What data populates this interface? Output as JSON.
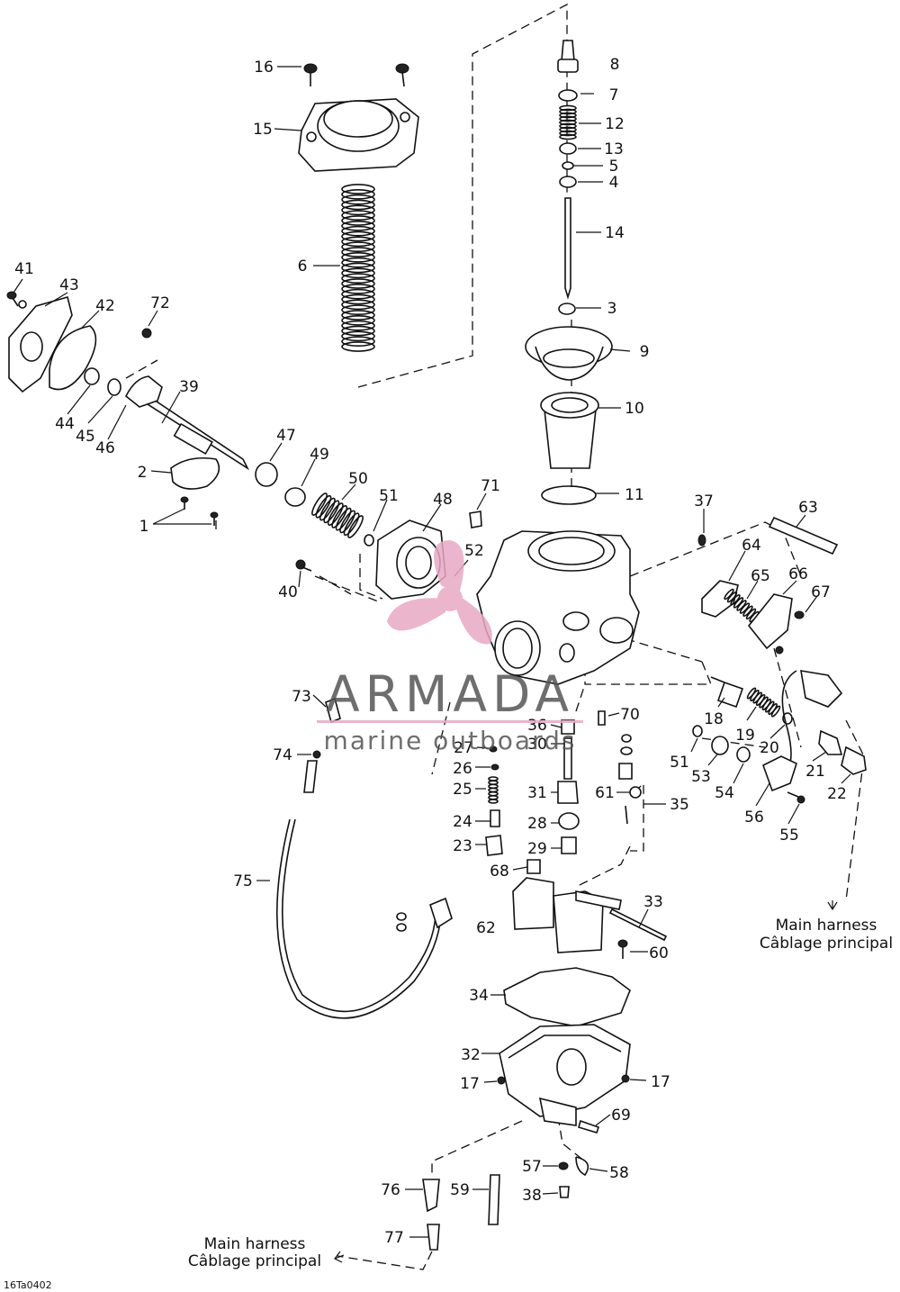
{
  "diagram": {
    "callouts": [
      {
        "id": "16",
        "text": "16"
      },
      {
        "id": "15",
        "text": "15"
      },
      {
        "id": "6",
        "text": "6"
      },
      {
        "id": "8",
        "text": "8"
      },
      {
        "id": "7",
        "text": "7"
      },
      {
        "id": "12",
        "text": "12"
      },
      {
        "id": "13",
        "text": "13"
      },
      {
        "id": "5",
        "text": "5"
      },
      {
        "id": "4",
        "text": "4"
      },
      {
        "id": "14",
        "text": "14"
      },
      {
        "id": "3",
        "text": "3"
      },
      {
        "id": "9",
        "text": "9"
      },
      {
        "id": "10",
        "text": "10"
      },
      {
        "id": "11",
        "text": "11"
      },
      {
        "id": "41",
        "text": "41"
      },
      {
        "id": "43",
        "text": "43"
      },
      {
        "id": "42",
        "text": "42"
      },
      {
        "id": "72",
        "text": "72"
      },
      {
        "id": "39",
        "text": "39"
      },
      {
        "id": "44",
        "text": "44"
      },
      {
        "id": "45",
        "text": "45"
      },
      {
        "id": "46",
        "text": "46"
      },
      {
        "id": "47",
        "text": "47"
      },
      {
        "id": "49",
        "text": "49"
      },
      {
        "id": "50",
        "text": "50"
      },
      {
        "id": "2",
        "text": "2"
      },
      {
        "id": "1",
        "text": "1"
      },
      {
        "id": "51a",
        "text": "51"
      },
      {
        "id": "48",
        "text": "48"
      },
      {
        "id": "71",
        "text": "71"
      },
      {
        "id": "52",
        "text": "52"
      },
      {
        "id": "40",
        "text": "40"
      },
      {
        "id": "37",
        "text": "37"
      },
      {
        "id": "63",
        "text": "63"
      },
      {
        "id": "64",
        "text": "64"
      },
      {
        "id": "65",
        "text": "65"
      },
      {
        "id": "66",
        "text": "66"
      },
      {
        "id": "67",
        "text": "67"
      },
      {
        "id": "73",
        "text": "73"
      },
      {
        "id": "74",
        "text": "74"
      },
      {
        "id": "36",
        "text": "36"
      },
      {
        "id": "30",
        "text": "30"
      },
      {
        "id": "27",
        "text": "27"
      },
      {
        "id": "70",
        "text": "70"
      },
      {
        "id": "18",
        "text": "18"
      },
      {
        "id": "19",
        "text": "19"
      },
      {
        "id": "20",
        "text": "20"
      },
      {
        "id": "51b",
        "text": "51"
      },
      {
        "id": "53",
        "text": "53"
      },
      {
        "id": "21",
        "text": "21"
      },
      {
        "id": "22",
        "text": "22"
      },
      {
        "id": "54",
        "text": "54"
      },
      {
        "id": "56",
        "text": "56"
      },
      {
        "id": "55",
        "text": "55"
      },
      {
        "id": "26",
        "text": "26"
      },
      {
        "id": "25",
        "text": "25"
      },
      {
        "id": "31",
        "text": "31"
      },
      {
        "id": "61",
        "text": "61"
      },
      {
        "id": "35",
        "text": "35"
      },
      {
        "id": "24",
        "text": "24"
      },
      {
        "id": "28",
        "text": "28"
      },
      {
        "id": "23",
        "text": "23"
      },
      {
        "id": "29",
        "text": "29"
      },
      {
        "id": "68",
        "text": "68"
      },
      {
        "id": "75",
        "text": "75"
      },
      {
        "id": "33",
        "text": "33"
      },
      {
        "id": "62",
        "text": "62"
      },
      {
        "id": "60",
        "text": "60"
      },
      {
        "id": "34",
        "text": "34"
      },
      {
        "id": "32",
        "text": "32"
      },
      {
        "id": "17a",
        "text": "17"
      },
      {
        "id": "17b",
        "text": "17"
      },
      {
        "id": "69",
        "text": "69"
      },
      {
        "id": "57",
        "text": "57"
      },
      {
        "id": "58",
        "text": "58"
      },
      {
        "id": "76",
        "text": "76"
      },
      {
        "id": "59",
        "text": "59"
      },
      {
        "id": "38",
        "text": "38"
      },
      {
        "id": "77",
        "text": "77"
      }
    ],
    "notes": {
      "main_harness_right": "Main harness",
      "cablage_right": "Câblage principal",
      "main_harness_left": "Main harness",
      "cablage_left": "Câblage principal"
    },
    "figure_code": "16Ta0402"
  },
  "watermark": {
    "brand": "ARMADA",
    "tagline": "marine outboards",
    "logo_color": "#e8a9c4",
    "rule_color": "#e8a9c4"
  }
}
